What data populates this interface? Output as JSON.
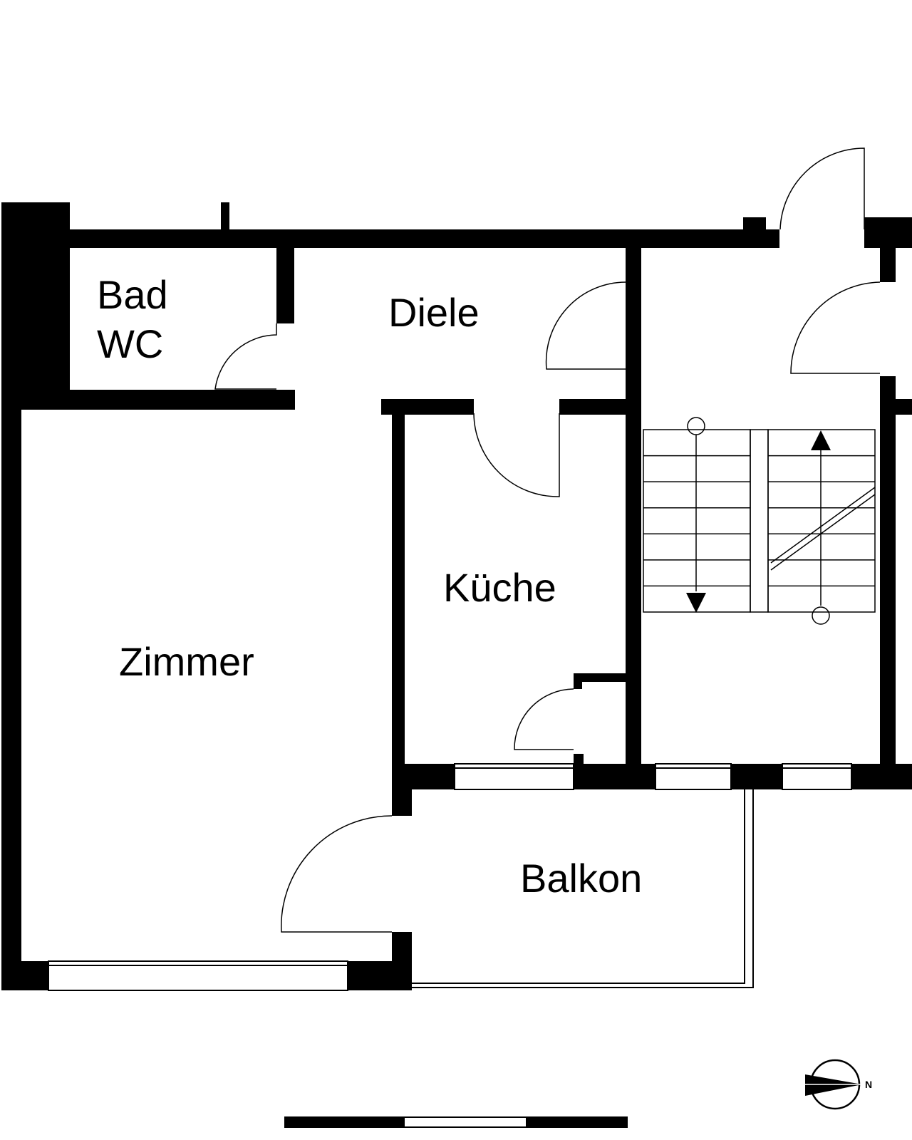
{
  "rooms": {
    "bad": "Bad",
    "wc": "WC",
    "diele": "Diele",
    "kueche": "Küche",
    "zimmer": "Zimmer",
    "balkon": "Balkon"
  },
  "compass": {
    "label": "N",
    "icon": "north-arrow-icon"
  },
  "scale_bar": {
    "icon": "scale-bar-icon"
  },
  "colors": {
    "wall": "#000000",
    "background": "#ffffff"
  }
}
